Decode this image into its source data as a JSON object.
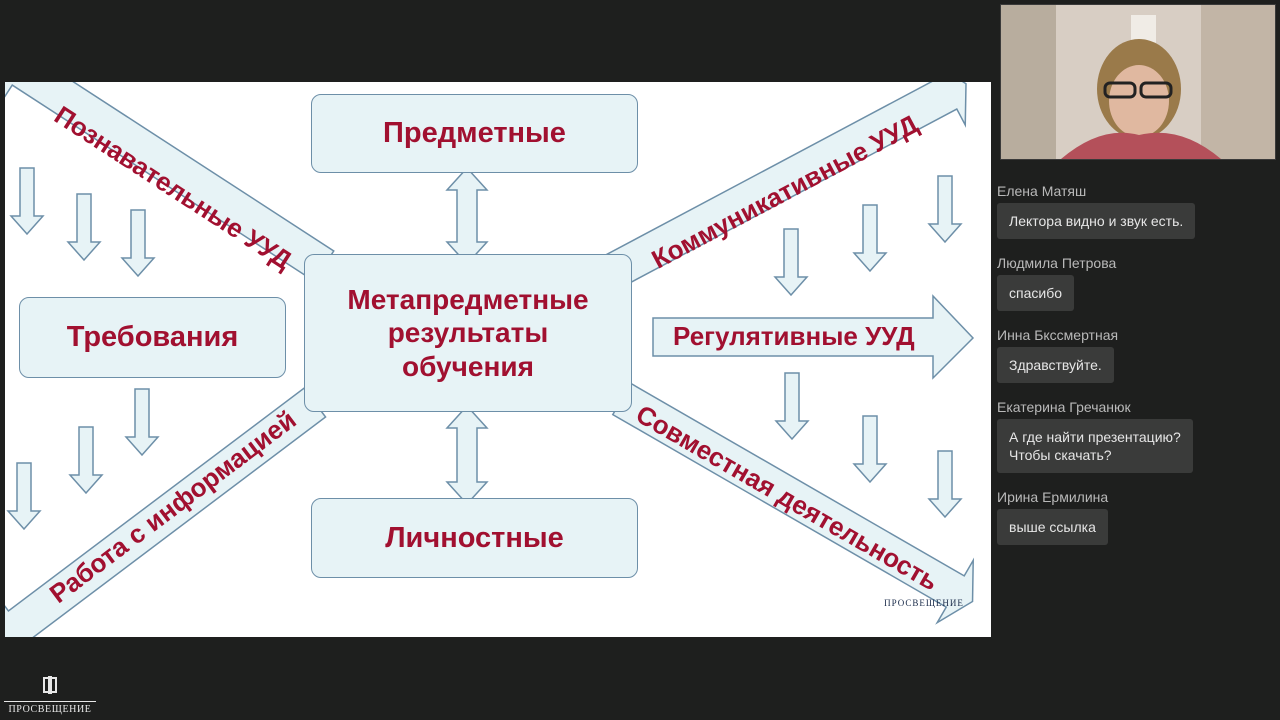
{
  "slide": {
    "center": "Метапредметные\nрезультаты\nобучения",
    "top": "Предметные",
    "bottom": "Личностные",
    "left": "Требования",
    "arrow_top_left": "Познавательные УУД",
    "arrow_top_right": "Коммуникативные УУД",
    "arrow_right": "Регулятивные УУД",
    "arrow_bottom_right": "Совместная деятельность",
    "arrow_bottom_left": "Работа с информацией",
    "logo_text": "ПРОСВЕЩЕНИЕ",
    "colors": {
      "label": "#a11030",
      "box_fill": "#e7f3f6",
      "box_border": "#6d8fa8"
    }
  },
  "webcam": {
    "description_icon": "person-video-icon"
  },
  "chat": {
    "messages": [
      {
        "author": "Елена Матяш",
        "text": "Лектора видно и звук есть."
      },
      {
        "author": "Людмила Петрова",
        "text": "спасибо"
      },
      {
        "author": "Инна Бкссмертная",
        "text": "Здравствуйте."
      },
      {
        "author": "Екатерина Гречанюк",
        "text": "А где найти презентацию?\nЧтобы скачать?"
      },
      {
        "author": "Ирина Ермилина",
        "text": "выше ссылка"
      }
    ]
  },
  "footer": {
    "logo_text": "ПРОСВЕЩЕНИЕ"
  }
}
